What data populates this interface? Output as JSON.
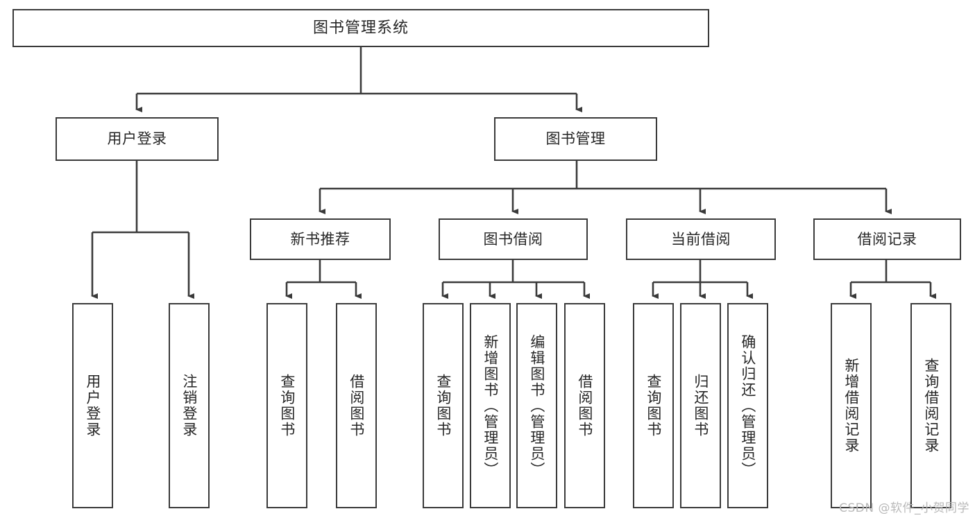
{
  "diagram": {
    "title": "图书管理系统",
    "type": "tree-hierarchy",
    "root": {
      "label": "图书管理系统"
    },
    "level2": [
      {
        "label": "用户登录"
      },
      {
        "label": "图书管理"
      }
    ],
    "level3": [
      {
        "label": "新书推荐"
      },
      {
        "label": "图书借阅"
      },
      {
        "label": "当前借阅"
      },
      {
        "label": "借阅记录"
      }
    ],
    "leaves": {
      "user_login": [
        {
          "label": "用户登录"
        },
        {
          "label": "注销登录"
        }
      ],
      "new_book_recommend": [
        {
          "label": "查询图书"
        },
        {
          "label": "借阅图书"
        }
      ],
      "book_borrow": [
        {
          "label": "查询图书"
        },
        {
          "label": "新增图书（管理员）"
        },
        {
          "label": "编辑图书（管理员）"
        },
        {
          "label": "借阅图书"
        }
      ],
      "current_borrow": [
        {
          "label": "查询图书"
        },
        {
          "label": "归还图书"
        },
        {
          "label": "确认归还（管理员）"
        }
      ],
      "borrow_record": [
        {
          "label": "新增借阅记录"
        },
        {
          "label": "查询借阅记录"
        }
      ]
    }
  },
  "watermark": {
    "text": "CSDN @软件_小贺同学"
  },
  "colors": {
    "stroke": "#3a3a3a",
    "fill": "#ffffff",
    "text": "#262626",
    "watermark": "#b9b9b9"
  }
}
